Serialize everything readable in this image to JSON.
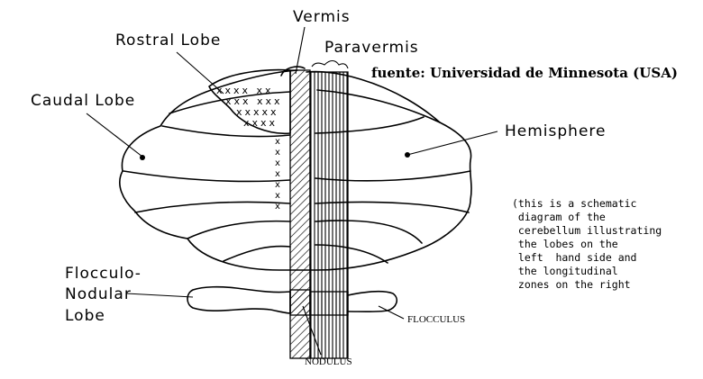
{
  "labels": {
    "vermis": "Vermis",
    "rostral_lobe": "Rostral Lobe",
    "paravermis": "Paravermis",
    "caudal_lobe": "Caudal Lobe",
    "hemisphere": "Hemisphere",
    "flocculo_nodular_lobe": [
      "Flocculo-",
      "Nodular",
      "Lobe"
    ],
    "flocculus": "FLOCCULUS",
    "nodulus": "NODULUS"
  },
  "source": "fuente: Universidad de Minnesota (USA)",
  "note_lines": [
    "(this is a schematic",
    " diagram of the",
    " cerebellum illustrating",
    " the lobes on the",
    " left  hand side and",
    " the longitudinal",
    " zones on the right"
  ]
}
